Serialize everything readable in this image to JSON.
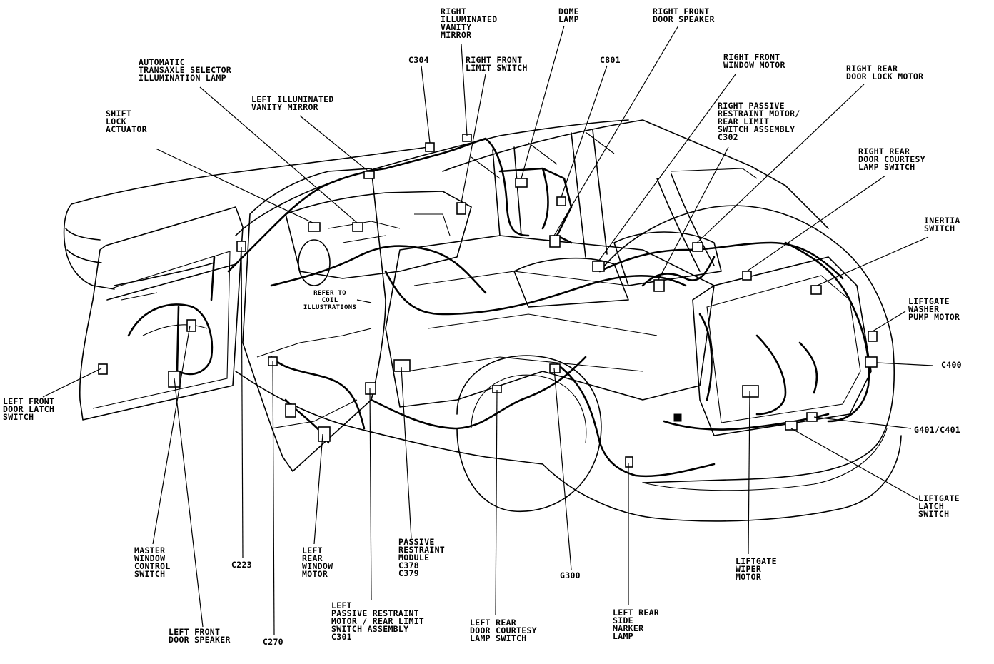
{
  "callouts": [
    {
      "id": "right-illuminated-vanity-mirror",
      "lines": [
        "RIGHT",
        "ILLUMINATED",
        "VANITY",
        "MIRROR"
      ]
    },
    {
      "id": "dome-lamp",
      "lines": [
        "DOME",
        "LAMP"
      ]
    },
    {
      "id": "right-front-door-speaker",
      "lines": [
        "RIGHT FRONT",
        "DOOR SPEAKER"
      ]
    },
    {
      "id": "c304",
      "lines": [
        "C304"
      ]
    },
    {
      "id": "right-front-limit-switch",
      "lines": [
        "RIGHT FRONT",
        "LIMIT SWITCH"
      ]
    },
    {
      "id": "c801",
      "lines": [
        "C801"
      ]
    },
    {
      "id": "right-front-window-motor",
      "lines": [
        "RIGHT FRONT",
        "WINDOW MOTOR"
      ]
    },
    {
      "id": "automatic-transaxle-selector",
      "lines": [
        "AUTOMATIC",
        "TRANSAXLE SELECTOR",
        "ILLUMINATION LAMP"
      ]
    },
    {
      "id": "right-rear-door-lock-motor",
      "lines": [
        "RIGHT REAR",
        "DOOR LOCK MOTOR"
      ]
    },
    {
      "id": "left-illuminated-vanity-mirror",
      "lines": [
        "LEFT ILLUMINATED",
        "VANITY MIRROR"
      ]
    },
    {
      "id": "right-passive-restraint",
      "lines": [
        "RIGHT PASSIVE",
        "RESTRAINT MOTOR/",
        "REAR LIMIT",
        "SWITCH ASSEMBLY",
        "C302"
      ]
    },
    {
      "id": "shift-lock-actuator",
      "lines": [
        "SHIFT",
        "LOCK",
        "ACTUATOR"
      ]
    },
    {
      "id": "right-rear-door-courtesy",
      "lines": [
        "RIGHT REAR",
        "DOOR COURTESY",
        "LAMP SWITCH"
      ]
    },
    {
      "id": "inertia-switch",
      "lines": [
        "INERTIA",
        "SWITCH"
      ]
    },
    {
      "id": "refer-to-coil",
      "lines": [
        "REFER TO",
        "COIL",
        "ILLUSTRATIONS"
      ]
    },
    {
      "id": "liftgate-washer-pump-motor",
      "lines": [
        "LIFTGATE",
        "WASHER",
        "PUMP MOTOR"
      ]
    },
    {
      "id": "c400",
      "lines": [
        "C400"
      ]
    },
    {
      "id": "left-front-door-latch-switch",
      "lines": [
        "LEFT FRONT",
        "DOOR LATCH",
        "SWITCH"
      ]
    },
    {
      "id": "g401-c401",
      "lines": [
        "G401/C401"
      ]
    },
    {
      "id": "liftgate-latch-switch",
      "lines": [
        "LIFTGATE",
        "LATCH",
        "SWITCH"
      ]
    },
    {
      "id": "master-window-control-switch",
      "lines": [
        "MASTER",
        "WINDOW",
        "CONTROL",
        "SWITCH"
      ]
    },
    {
      "id": "left-rear-window-motor",
      "lines": [
        "LEFT",
        "REAR",
        "WINDOW",
        "MOTOR"
      ]
    },
    {
      "id": "passive-restraint-module",
      "lines": [
        "PASSIVE",
        "RESTRAINT",
        "MODULE",
        "C378",
        "C379"
      ]
    },
    {
      "id": "liftgate-wiper-motor",
      "lines": [
        "LIFTGATE",
        "WIPER",
        "MOTOR"
      ]
    },
    {
      "id": "c223",
      "lines": [
        "C223"
      ]
    },
    {
      "id": "g300",
      "lines": [
        "G300"
      ]
    },
    {
      "id": "left-rear-side-marker-lamp",
      "lines": [
        "LEFT REAR",
        "SIDE",
        "MARKER",
        "LAMP"
      ]
    },
    {
      "id": "left-passive-restraint",
      "lines": [
        "LEFT",
        "PASSIVE RESTRAINT",
        "MOTOR / REAR LIMIT",
        "SWITCH ASSEMBLY",
        "C301"
      ]
    },
    {
      "id": "left-front-door-speaker",
      "lines": [
        "LEFT FRONT",
        "DOOR SPEAKER"
      ]
    },
    {
      "id": "left-rear-door-courtesy",
      "lines": [
        "LEFT REAR",
        "DOOR COURTESY",
        "LAMP SWITCH"
      ]
    },
    {
      "id": "c270",
      "lines": [
        "C270"
      ]
    }
  ]
}
